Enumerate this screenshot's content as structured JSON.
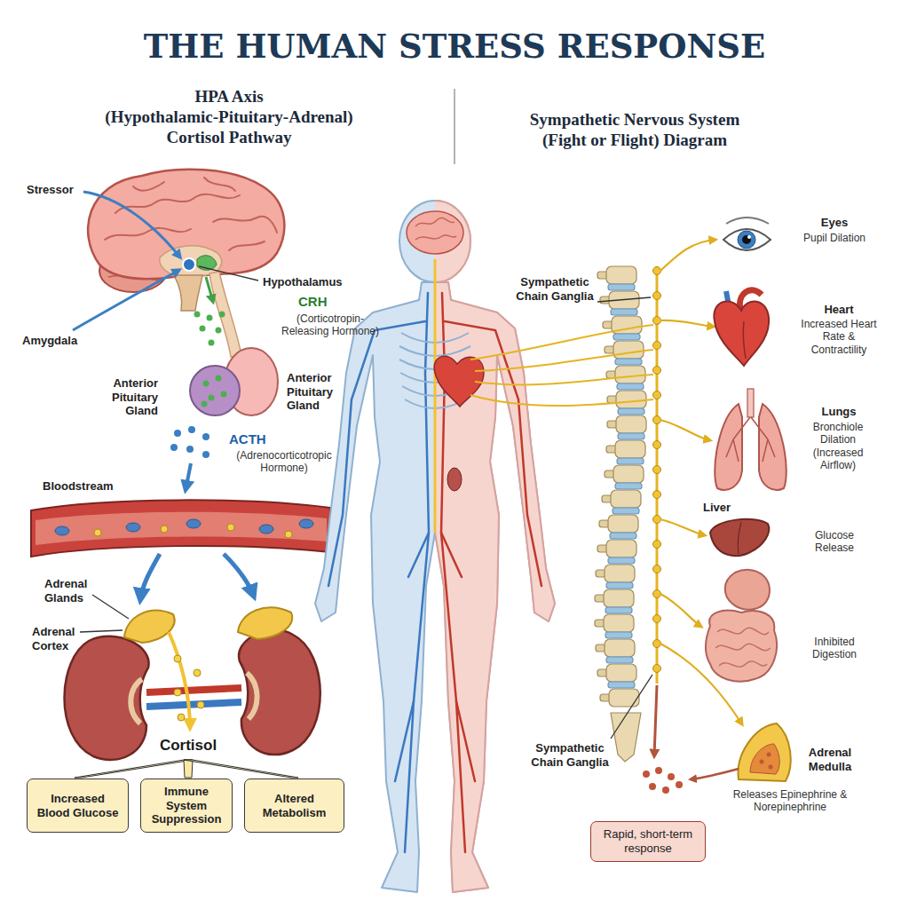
{
  "diagram": {
    "title": "THE HUMAN STRESS RESPONSE",
    "nodes": [
      {
        "text": [
          "Increased Blood Glucose"
        ]
      },
      {
        "text": [
          "Immune System Suppression"
        ]
      },
      {
        "text": [
          "Altered Metabolism"
        ]
      },
      {
        "text": [
          "Rapid, short-term response"
        ]
      }
    ],
    "labels": [
      "HPA Axis",
      "(Hypothalamic-Pituitary-Adrenal)",
      "Cortisol Pathway",
      "Sympathetic Nervous System",
      "(Fight or Flight) Diagram",
      "Stressor",
      "Hypothalamus",
      "Amygdala",
      "CRH",
      "(Corticotropin-Releasing Hormone)",
      "Anterior Pituitary Gland",
      "Anterior Pituitary Gland",
      "ACTH",
      "(Adrenocorticotropic Hormone)",
      "Bloodstream",
      "Adrenal Glands",
      "Adrenal Cortex",
      "Cortisol",
      "Sympathetic Chain Ganglia",
      "Eyes",
      "Pupil Dilation",
      "Heart",
      "Increased Heart Rate & Contractility",
      "Lungs",
      "Bronchiole Dilation (Increased Airflow)",
      "Liver",
      "Glucose Release",
      "Inhibited Digestion",
      "Sympathetic Chain Ganglia",
      "Adrenal Medulla",
      "Releases Epinephrine & Norepinephrine"
    ]
  }
}
